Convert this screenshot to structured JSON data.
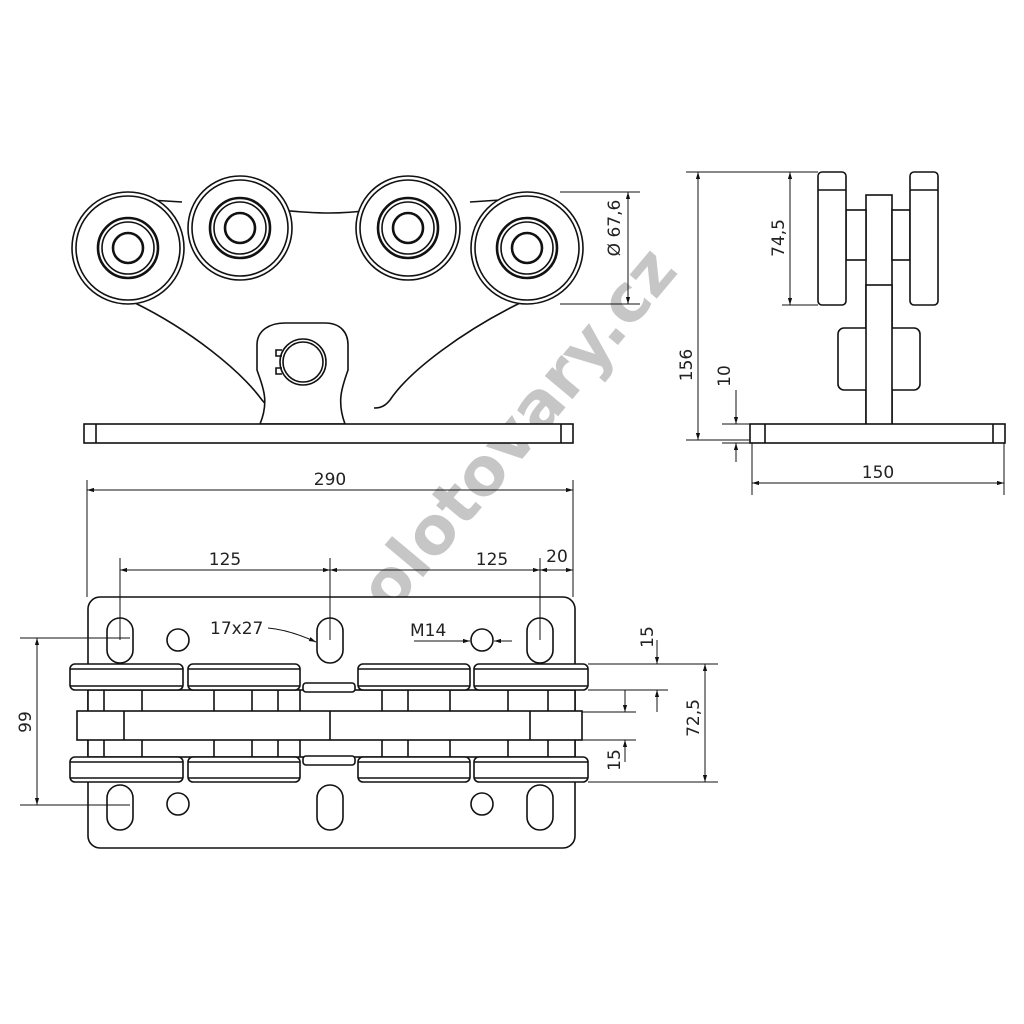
{
  "drawing": {
    "dimensions": {
      "wheel_diameter": "Ø 67,6",
      "total_height": "156",
      "wheel_height": "74,5",
      "plate_thickness": "10",
      "plate_width": "150",
      "plate_length": "290",
      "hole_spacing_1": "125",
      "hole_spacing_2": "125",
      "edge_offset": "20",
      "slot_size": "17x27",
      "thread": "M14",
      "top_gap": "15",
      "mid_gap": "15",
      "roller_span": "72,5",
      "slot_row_distance": "99"
    },
    "watermark": "kovopolotovary.cz",
    "colors": {
      "line": "#111111",
      "watermark": "#bdbdbd"
    }
  }
}
